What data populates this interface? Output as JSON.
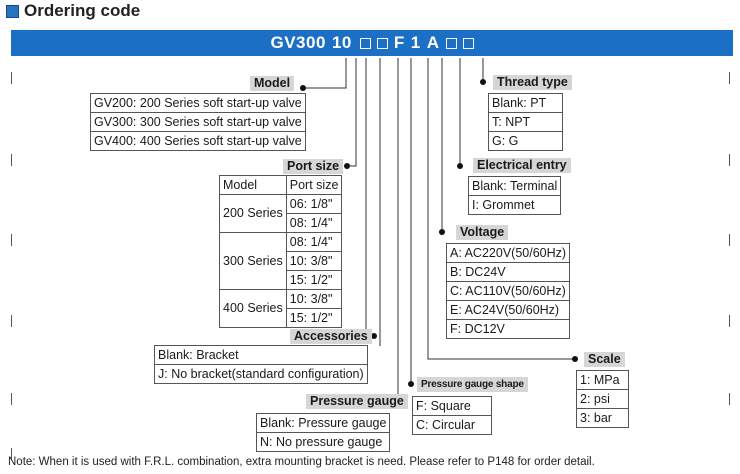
{
  "header": {
    "title": "Ordering code"
  },
  "code": {
    "parts": [
      "GV300",
      "10",
      "□",
      "□",
      "F",
      "1",
      "A",
      "□",
      "□"
    ]
  },
  "model": {
    "label": "Model",
    "options": [
      "GV200: 200 Series soft start-up valve",
      "GV300: 300 Series soft start-up valve",
      "GV400: 400 Series soft start-up valve"
    ]
  },
  "port_size": {
    "label": "Port size",
    "col_model": "Model",
    "col_port": "Port size",
    "groups": [
      {
        "series": "200 Series",
        "sizes": [
          "06: 1/8\"",
          "08: 1/4\""
        ]
      },
      {
        "series": "300 Series",
        "sizes": [
          "08: 1/4\"",
          "10: 3/8\"",
          "15: 1/2\""
        ]
      },
      {
        "series": "400 Series",
        "sizes": [
          "10: 3/8\"",
          "15: 1/2\""
        ]
      }
    ]
  },
  "accessories": {
    "label": "Accessories",
    "options": [
      "Blank: Bracket",
      "J: No bracket(standard configuration)"
    ]
  },
  "pressure_gauge": {
    "label": "Pressure gauge",
    "options": [
      "Blank: Pressure gauge",
      "N: No pressure gauge"
    ]
  },
  "gauge_shape": {
    "label": "Pressure gauge shape",
    "options": [
      "F: Square",
      "C: Circular"
    ]
  },
  "voltage": {
    "label": "Voltage",
    "options": [
      "A: AC220V(50/60Hz)",
      "B: DC24V",
      "C: AC110V(50/60Hz)",
      "E: AC24V(50/60Hz)",
      "F: DC12V"
    ]
  },
  "electrical_entry": {
    "label": "Electrical entry",
    "options": [
      "Blank: Terminal",
      "I: Grommet"
    ]
  },
  "thread_type": {
    "label": "Thread type",
    "options": [
      "Blank: PT",
      "T: NPT",
      "G: G"
    ]
  },
  "scale": {
    "label": "Scale",
    "options": [
      "1: MPa",
      "2: psi",
      "3: bar"
    ]
  },
  "footnote": "Note: When it  is used with F.R.L. combination, extra mounting bracket is need. Please refer to P148 for order detail.",
  "colors": {
    "banner": "#1b6fc4",
    "label_bg": "#d6d6d6"
  }
}
